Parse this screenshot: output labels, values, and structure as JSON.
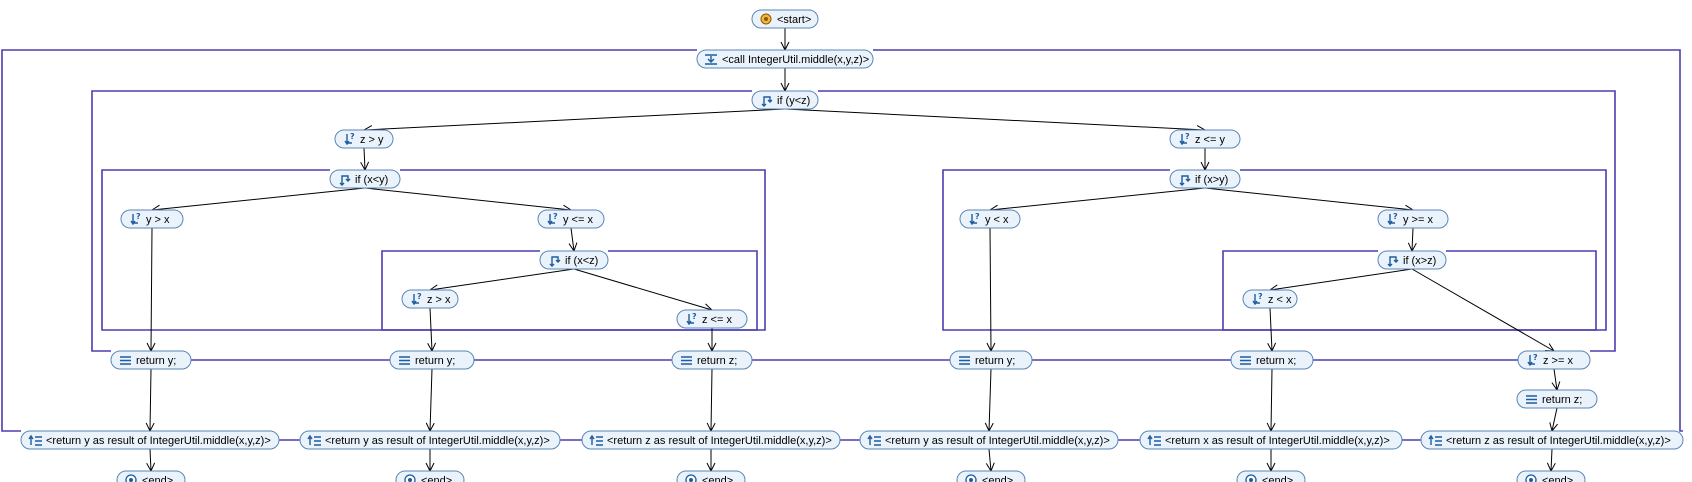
{
  "nodes": {
    "start": {
      "label": "<start>",
      "icon": "start-icon"
    },
    "call": {
      "label": "<call IntegerUtil.middle(x,y,z)>",
      "icon": "call-icon"
    },
    "if_y_lt_z": {
      "label": "if (y<z)",
      "icon": "branch-icon"
    },
    "cond_z_gt_y": {
      "label": "z >  y",
      "icon": "condition-icon"
    },
    "cond_z_le_y": {
      "label": "z <= y",
      "icon": "condition-icon"
    },
    "if_x_lt_y": {
      "label": "if (x<y)",
      "icon": "branch-icon"
    },
    "if_x_gt_y": {
      "label": "if (x>y)",
      "icon": "branch-icon"
    },
    "cond_y_gt_x": {
      "label": "y >  x",
      "icon": "condition-icon"
    },
    "cond_y_le_x": {
      "label": "y <= x",
      "icon": "condition-icon"
    },
    "cond_y_lt_x": {
      "label": "y < x",
      "icon": "condition-icon"
    },
    "cond_y_ge_x": {
      "label": "y >= x",
      "icon": "condition-icon"
    },
    "if_x_lt_z": {
      "label": "if (x<z)",
      "icon": "branch-icon"
    },
    "if_x_gt_z": {
      "label": "if (x>z)",
      "icon": "branch-icon"
    },
    "cond_z_gt_x": {
      "label": "z >  x",
      "icon": "condition-icon"
    },
    "cond_z_le_x": {
      "label": "z <= x",
      "icon": "condition-icon"
    },
    "cond_z_lt_x": {
      "label": "z < x",
      "icon": "condition-icon"
    },
    "cond_z_ge_x": {
      "label": "z >= x",
      "icon": "condition-icon"
    },
    "ret1": {
      "label": "return y;",
      "icon": "statement-icon"
    },
    "ret2": {
      "label": "return y;",
      "icon": "statement-icon"
    },
    "ret3": {
      "label": "return z;",
      "icon": "statement-icon"
    },
    "ret4": {
      "label": "return y;",
      "icon": "statement-icon"
    },
    "ret5": {
      "label": "return x;",
      "icon": "statement-icon"
    },
    "ret6": {
      "label": "return z;",
      "icon": "statement-icon"
    },
    "res1": {
      "label": "<return y as result of IntegerUtil.middle(x,y,z)>",
      "icon": "return-icon"
    },
    "res2": {
      "label": "<return y as result of IntegerUtil.middle(x,y,z)>",
      "icon": "return-icon"
    },
    "res3": {
      "label": "<return z as result of IntegerUtil.middle(x,y,z)>",
      "icon": "return-icon"
    },
    "res4": {
      "label": "<return y as result of IntegerUtil.middle(x,y,z)>",
      "icon": "return-icon"
    },
    "res5": {
      "label": "<return x as result of IntegerUtil.middle(x,y,z)>",
      "icon": "return-icon"
    },
    "res6": {
      "label": "<return z as result of IntegerUtil.middle(x,y,z)>",
      "icon": "return-icon"
    },
    "end1": {
      "label": "<end>",
      "icon": "end-icon"
    },
    "end2": {
      "label": "<end>",
      "icon": "end-icon"
    },
    "end3": {
      "label": "<end>",
      "icon": "end-icon"
    },
    "end4": {
      "label": "<end>",
      "icon": "end-icon"
    },
    "end5": {
      "label": "<end>",
      "icon": "end-icon"
    },
    "end6": {
      "label": "<end>",
      "icon": "end-icon"
    }
  },
  "edges": [
    [
      "start",
      "call"
    ],
    [
      "call",
      "if_y_lt_z"
    ],
    [
      "if_y_lt_z",
      "cond_z_gt_y"
    ],
    [
      "if_y_lt_z",
      "cond_z_le_y"
    ],
    [
      "cond_z_gt_y",
      "if_x_lt_y"
    ],
    [
      "cond_z_le_y",
      "if_x_gt_y"
    ],
    [
      "if_x_lt_y",
      "cond_y_gt_x"
    ],
    [
      "if_x_lt_y",
      "cond_y_le_x"
    ],
    [
      "if_x_gt_y",
      "cond_y_lt_x"
    ],
    [
      "if_x_gt_y",
      "cond_y_ge_x"
    ],
    [
      "cond_y_le_x",
      "if_x_lt_z"
    ],
    [
      "cond_y_ge_x",
      "if_x_gt_z"
    ],
    [
      "if_x_lt_z",
      "cond_z_gt_x"
    ],
    [
      "if_x_lt_z",
      "cond_z_le_x"
    ],
    [
      "if_x_gt_z",
      "cond_z_lt_x"
    ],
    [
      "if_x_gt_z",
      "cond_z_ge_x"
    ],
    [
      "cond_y_gt_x",
      "ret1"
    ],
    [
      "cond_z_gt_x",
      "ret2"
    ],
    [
      "cond_z_le_x",
      "ret3"
    ],
    [
      "cond_y_lt_x",
      "ret4"
    ],
    [
      "cond_z_lt_x",
      "ret5"
    ],
    [
      "cond_z_ge_x",
      "ret6"
    ],
    [
      "ret1",
      "res1"
    ],
    [
      "ret2",
      "res2"
    ],
    [
      "ret3",
      "res3"
    ],
    [
      "ret4",
      "res4"
    ],
    [
      "ret5",
      "res5"
    ],
    [
      "ret6",
      "res6"
    ],
    [
      "res1",
      "end1"
    ],
    [
      "res2",
      "end2"
    ],
    [
      "res3",
      "end3"
    ],
    [
      "res4",
      "end4"
    ],
    [
      "res5",
      "end5"
    ],
    [
      "res6",
      "end6"
    ]
  ]
}
